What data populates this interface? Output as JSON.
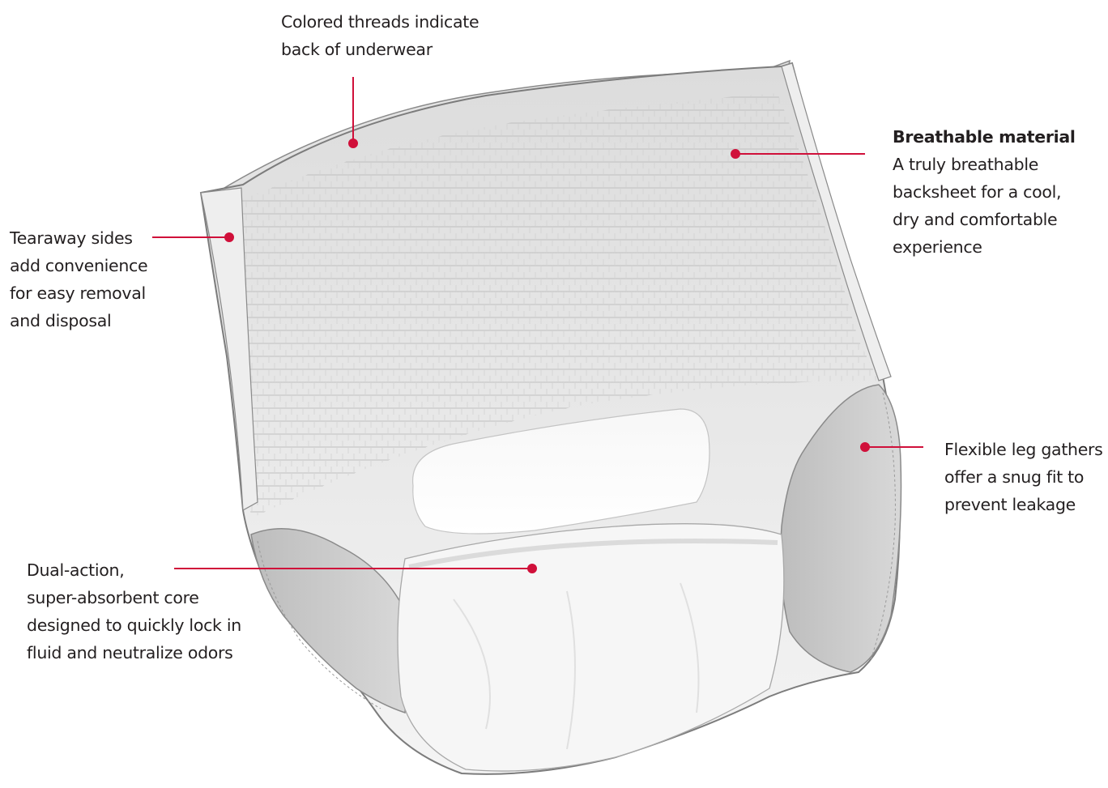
{
  "callouts": {
    "threads": {
      "lines": [
        "Colored threads indicate",
        "back of underwear"
      ]
    },
    "breathable": {
      "heading": "Breathable material",
      "lines": [
        "A truly breathable",
        "backsheet for a cool,",
        "dry and comfortable",
        "experience"
      ]
    },
    "tearaway": {
      "lines": [
        "Tearaway sides",
        "add convenience",
        "for easy removal",
        "and disposal"
      ]
    },
    "leg": {
      "lines": [
        "Flexible leg gathers",
        "offer a snug fit to",
        "prevent leakage"
      ]
    },
    "core": {
      "lines": [
        "Dual-action,",
        "super-absorbent core",
        "designed to quickly lock in",
        "fluid and neutralize odors"
      ]
    }
  },
  "colors": {
    "leader": "#d0103a",
    "text": "#231f20"
  }
}
